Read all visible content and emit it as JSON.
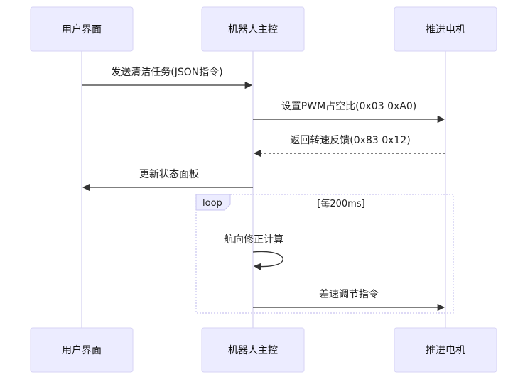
{
  "actors": [
    {
      "id": "ui",
      "label": "用户界面"
    },
    {
      "id": "robot",
      "label": "机器人主控"
    },
    {
      "id": "motor",
      "label": "推进电机"
    }
  ],
  "messages": [
    {
      "from": "ui",
      "to": "robot",
      "text": "发送清洁任务(JSON指令)",
      "style": "solid"
    },
    {
      "from": "robot",
      "to": "motor",
      "text": "设置PWM占空比(0x03 0xA0)",
      "style": "solid"
    },
    {
      "from": "motor",
      "to": "robot",
      "text": "返回转速反馈(0x83 0x12)",
      "style": "dashed"
    },
    {
      "from": "robot",
      "to": "ui",
      "text": "更新状态面板",
      "style": "solid"
    },
    {
      "from": "robot",
      "to": "robot",
      "text": "航向修正计算",
      "style": "solid"
    },
    {
      "from": "robot",
      "to": "motor",
      "text": "差速调节指令",
      "style": "solid"
    }
  ],
  "loop": {
    "label": "loop",
    "condition": "[每200ms]"
  },
  "colors": {
    "actor_fill": "#ECECFF",
    "actor_border": "#D7D3F5",
    "lifeline": "#D4D0F0",
    "arrow": "#333333"
  }
}
